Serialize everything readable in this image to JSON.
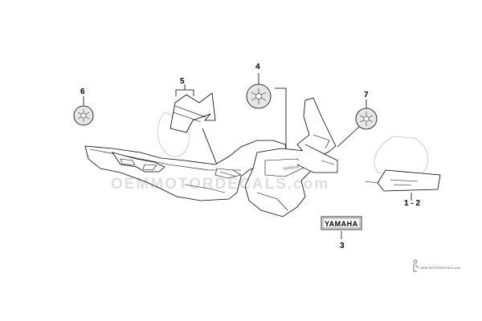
{
  "callouts": {
    "c1": "6",
    "c2": "5",
    "c3": "4",
    "c4": "7",
    "c5": "1 - 2",
    "c6": "3"
  },
  "decals": {
    "brand_text": "YAMAHA",
    "side_text": "YAMAHA"
  },
  "watermark": {
    "main": "OEMMOTORDECALS.com",
    "footer": "OEM-MOTORDECALS.com"
  },
  "icons": [
    "yamaha-tuning-fork-emblem-icon",
    "motorcycle-rider-logo-icon"
  ],
  "colors": {
    "line": "#000000",
    "emblem_fill": "#e6e6e6",
    "background": "#ffffff"
  }
}
